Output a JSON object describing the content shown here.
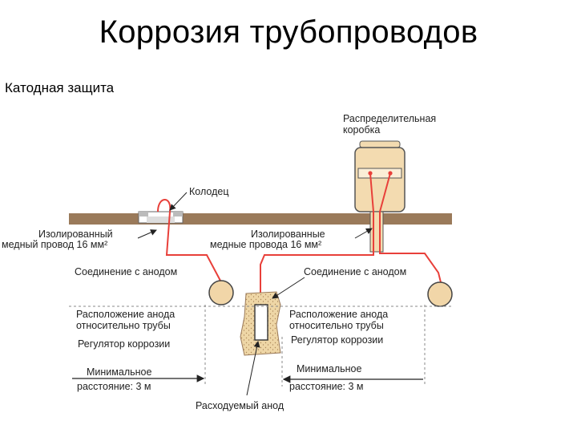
{
  "title": "Коррозия трубопроводов",
  "subtitle": "Катодная защита",
  "diagram": {
    "labels": {
      "junction_box_line1": "Распределительная",
      "junction_box_line2": "коробка",
      "well": "Колодец",
      "insulated_wire_left_line1": "Изолированный",
      "insulated_wire_left_line2": "медный провод 16 мм²",
      "insulated_wires_right_line1": "Изолированные",
      "insulated_wires_right_line2": "медные провода 16 мм²",
      "anode_connection_left": "Соединение с анодом",
      "anode_connection_right": "Соединение с анодом",
      "anode_position_left_line1": "Расположение анода",
      "anode_position_left_line2": "относительно трубы",
      "anode_position_right_line1": "Расположение анода",
      "anode_position_right_line2": "относительно трубы",
      "corrosion_regulator_left": "Регулятор коррозии",
      "corrosion_regulator_right": "Регулятор коррозии",
      "min_distance_left_line1": "Минимальное",
      "min_distance_left_line2": "расстояние: 3 м",
      "min_distance_right_line1": "Минимальное",
      "min_distance_right_line2": "расстояние: 3 м",
      "sacrificial_anode": "Расходуемый анод"
    },
    "colors": {
      "ground": "#9a7a5a",
      "wire": "#e8403a",
      "pipe": "#f1d6a8",
      "box": "#f3dbb0",
      "anode_fill": "#eed6a6",
      "text": "#222222"
    }
  }
}
